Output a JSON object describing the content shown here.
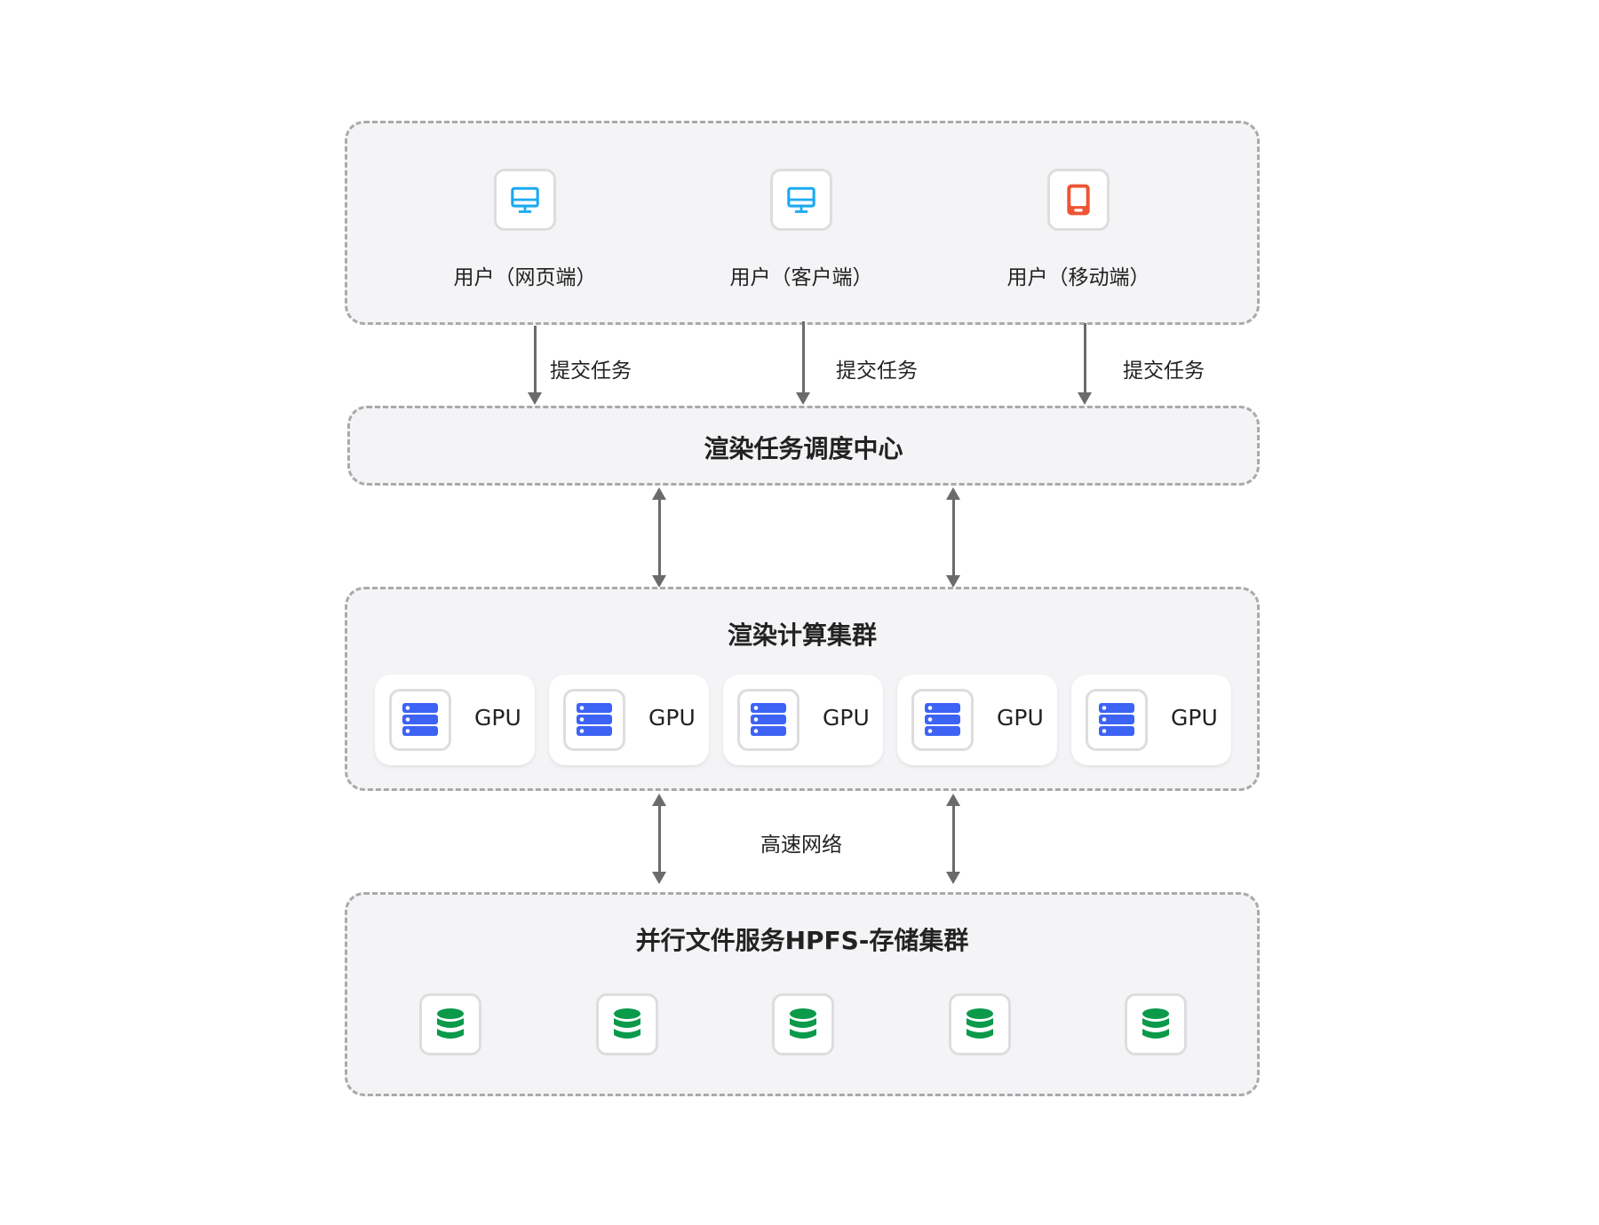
{
  "users": [
    {
      "label": "用户（网页端）",
      "icon": "monitor-icon",
      "color": "#1aaaf2"
    },
    {
      "label": "用户（客户端）",
      "icon": "monitor-icon",
      "color": "#1aaaf2"
    },
    {
      "label": "用户（移动端）",
      "icon": "tablet-icon",
      "color": "#ee5533"
    }
  ],
  "submit_labels": [
    "提交任务",
    "提交任务",
    "提交任务"
  ],
  "scheduler": {
    "title": "渲染任务调度中心"
  },
  "compute": {
    "title": "渲染计算集群",
    "nodes": [
      "GPU",
      "GPU",
      "GPU",
      "GPU",
      "GPU"
    ],
    "color": "#3d63f5"
  },
  "network_label": "高速网络",
  "storage": {
    "title": "并行文件服务HPFS-存储集群",
    "node_count": 5,
    "color": "#0a9a4a"
  }
}
